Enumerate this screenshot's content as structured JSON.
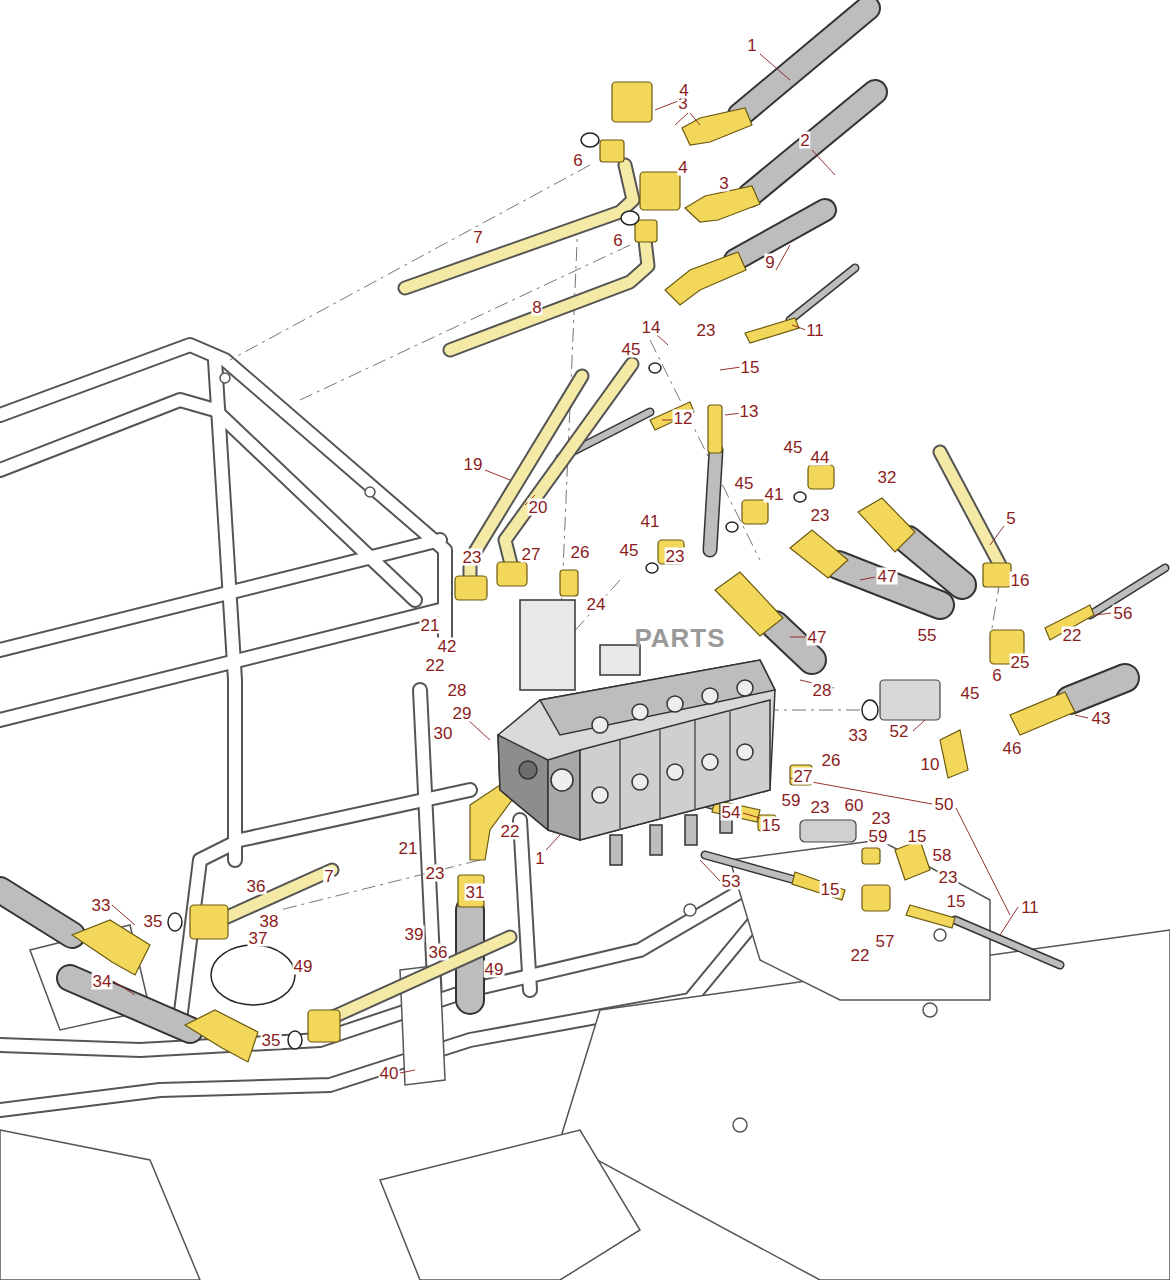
{
  "diagram": {
    "labels": [
      "1",
      "2",
      "3",
      "3",
      "4",
      "4",
      "6",
      "6",
      "7",
      "8",
      "9",
      "11",
      "14",
      "23",
      "45",
      "15",
      "12",
      "13",
      "19",
      "20",
      "45",
      "44",
      "32",
      "45",
      "41",
      "23",
      "5",
      "41",
      "45",
      "23",
      "47",
      "23",
      "27",
      "26",
      "24",
      "16",
      "22",
      "56",
      "47",
      "21",
      "42",
      "22",
      "55",
      "6",
      "25",
      "28",
      "28",
      "45",
      "29",
      "33",
      "52",
      "43",
      "30",
      "46",
      "10",
      "26",
      "27",
      "50",
      "59",
      "23",
      "60",
      "23",
      "54",
      "15",
      "59",
      "15",
      "21",
      "22",
      "1",
      "58",
      "23",
      "7",
      "36",
      "53",
      "23",
      "15",
      "15",
      "11",
      "33",
      "35",
      "31",
      "38",
      "37",
      "57",
      "22",
      "39",
      "36",
      "49",
      "49",
      "35",
      "34",
      "40",
      "PARTS"
    ]
  }
}
